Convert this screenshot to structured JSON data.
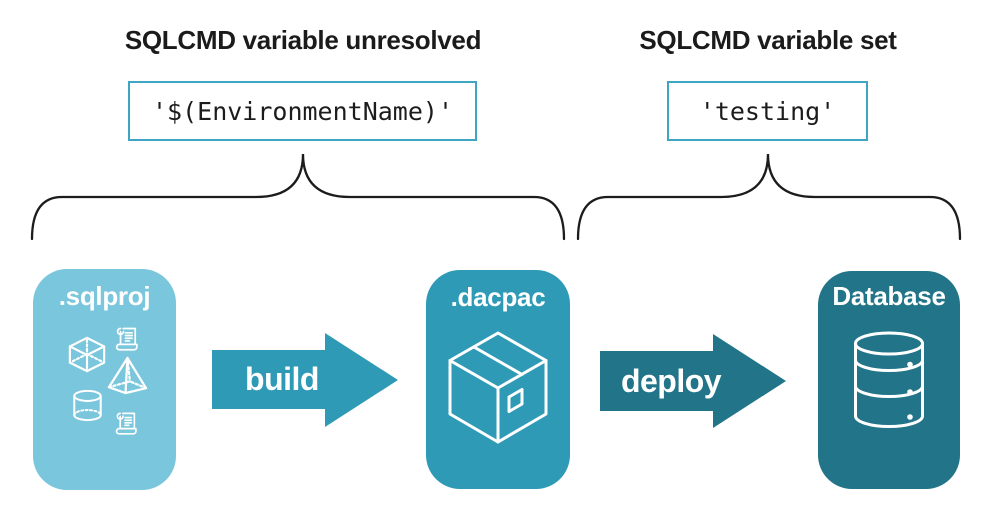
{
  "annotations": {
    "unresolved": {
      "heading": "SQLCMD variable unresolved",
      "code": "'$(EnvironmentName)'"
    },
    "set": {
      "heading": "SQLCMD variable set",
      "code": "'testing'"
    }
  },
  "pipeline": {
    "nodes": [
      {
        "id": "sqlproj",
        "label": ".sqlproj",
        "color": "#7ac6dc",
        "icons": [
          "script-scroll-icon",
          "cube-icon",
          "pyramid-icon",
          "cylinder-icon",
          "script-scroll-icon"
        ]
      },
      {
        "id": "dacpac",
        "label": ".dacpac",
        "color": "#2e9ab6",
        "icons": [
          "package-box-icon"
        ]
      },
      {
        "id": "database",
        "label": "Database",
        "color": "#227489",
        "icons": [
          "database-cylinder-icon"
        ]
      }
    ],
    "arrows": [
      {
        "label": "build",
        "color": "#2e9ab6"
      },
      {
        "label": "deploy",
        "color": "#227489"
      }
    ]
  },
  "colors": {
    "background": "#ffffff",
    "heading_text": "#1b1b1b",
    "code_text": "#1c1c1c",
    "code_box_border": "#3fa5c2",
    "brace_stroke": "#1c1c1c",
    "node_label_text": "#ffffff",
    "arrow_label_text": "#ffffff",
    "node_sqlproj": "#7ac6dc",
    "node_dacpac": "#2e9ab6",
    "node_database": "#227489"
  }
}
